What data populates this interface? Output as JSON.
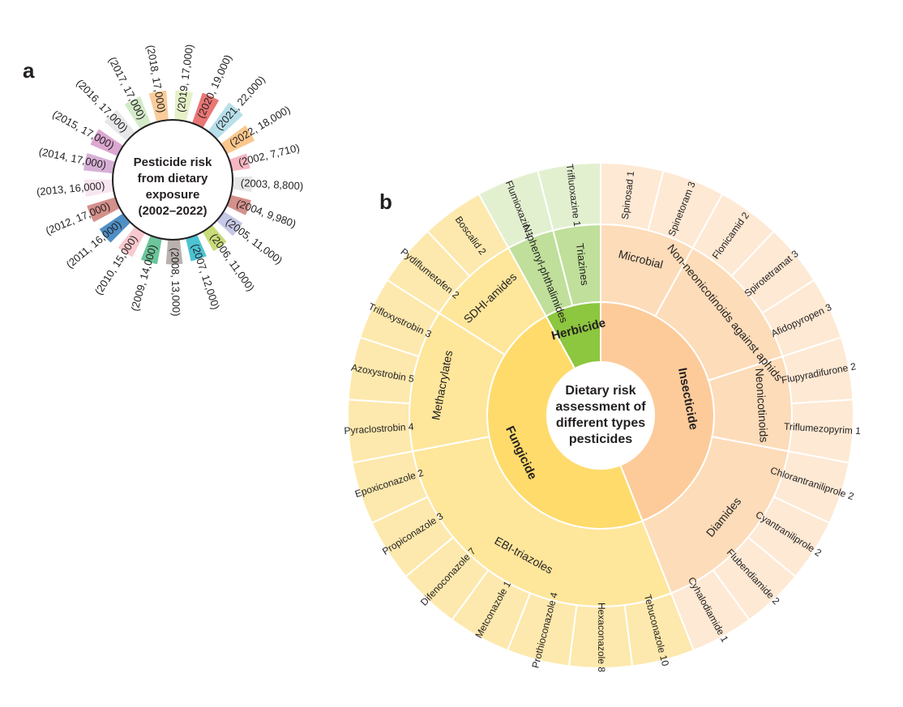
{
  "panel_a": {
    "label": "a",
    "title_lines": [
      "Pesticide risk",
      "from dietary",
      "exposure",
      "(2002–2022)"
    ]
  },
  "panel_b": {
    "label": "b",
    "title_lines": [
      "Dietary risk",
      "assessment of",
      "different types",
      "pesticides"
    ]
  },
  "chart_data": [
    {
      "type": "bar",
      "layout": "radial",
      "title": "",
      "xlabel": "",
      "ylabel": "",
      "categories": [
        "2002",
        "2003",
        "2004",
        "2005",
        "2006",
        "2007",
        "2008",
        "2009",
        "2010",
        "2011",
        "2012",
        "2013",
        "2014",
        "2015",
        "2016",
        "2017",
        "2018",
        "2019",
        "2020",
        "2021",
        "2022"
      ],
      "values": [
        7710,
        8800,
        9980,
        11000,
        11000,
        12000,
        13000,
        14000,
        15000,
        16000,
        17000,
        16000,
        17000,
        17000,
        17000,
        17000,
        17000,
        17000,
        19000,
        22000,
        18000
      ],
      "labels": [
        "(2002, 7,710)",
        "(2003, 8,800)",
        "(2004, 9,980)",
        "(2005, 11,000)",
        "(2006, 11,000)",
        "(2007, 12,000)",
        "(2008, 13,000)",
        "(2009, 14,000)",
        "(2010, 15,000)",
        "(2011, 16,000)",
        "(2012, 17,000)",
        "(2013, 16,000)",
        "(2014, 17,000)",
        "(2015, 17,000)",
        "(2016, 17,000)",
        "(2017, 17,000)",
        "(2018, 17,000)",
        "(2019, 17,000)",
        "(2020, 19,000)",
        "(2021, 22,000)",
        "(2022, 18,000)"
      ],
      "colors": [
        "#f4b6c2",
        "#e6e7e8",
        "#d4908b",
        "#c5c8e6",
        "#c8dc7a",
        "#4cc3d2",
        "#b8b1ae",
        "#6cc59b",
        "#f9c8cf",
        "#4f8fc6",
        "#d4908b",
        "#f7e6ef",
        "#d6b1d6",
        "#dca7d1",
        "#e6e7e8",
        "#d3ebc8",
        "#f9cc9a",
        "#e5f0c8",
        "#e97675",
        "#b7e0ea",
        "#fbc78d"
      ]
    },
    {
      "type": "sunburst",
      "title": "",
      "levels": [
        "type",
        "class",
        "pesticide"
      ],
      "types": [
        {
          "name": "Insecticide",
          "color": "#fdcb9a",
          "classes": [
            {
              "name": "Microbial",
              "color": "#fddcb9",
              "items": [
                {
                  "name": "Spinosad",
                  "value": 1
                },
                {
                  "name": "Spinetoram",
                  "value": 3
                }
              ]
            },
            {
              "name": "Non-neonicotinoids against aphids",
              "color": "#fddcb9",
              "items": [
                {
                  "name": "Flonicamid",
                  "value": 2
                },
                {
                  "name": "Spirotetramat",
                  "value": 3
                },
                {
                  "name": "Afidopyropen",
                  "value": 3
                }
              ]
            },
            {
              "name": "Neonicotinoids",
              "color": "#fddcb9",
              "items": [
                {
                  "name": "Flupyradifurone",
                  "value": 2
                },
                {
                  "name": "Triflumezopyrim",
                  "value": 1
                }
              ]
            },
            {
              "name": "Diamides",
              "color": "#fddcb9",
              "items": [
                {
                  "name": "Chlorantraniliprole",
                  "value": 2
                },
                {
                  "name": "Cyantraniliprole",
                  "value": 2
                },
                {
                  "name": "Flubendiamide",
                  "value": 2
                },
                {
                  "name": "Cyhalodiamide",
                  "value": 1
                }
              ]
            }
          ]
        },
        {
          "name": "Fungicide",
          "color": "#fedb6b",
          "classes": [
            {
              "name": "EBI-triazoles",
              "color": "#fee69b",
              "items": [
                {
                  "name": "Tebuconazole",
                  "value": 10
                },
                {
                  "name": "Hexaconazole",
                  "value": 8
                },
                {
                  "name": "Prothioconazole",
                  "value": 4
                },
                {
                  "name": "Metconazole",
                  "value": 1
                },
                {
                  "name": "Difenoconazole",
                  "value": 7
                },
                {
                  "name": "Propiconazole",
                  "value": 3
                },
                {
                  "name": "Epoxiconazole",
                  "value": 2
                }
              ]
            },
            {
              "name": "Methacrylates",
              "color": "#fee69b",
              "items": [
                {
                  "name": "Pyraclostrobin",
                  "value": 4
                },
                {
                  "name": "Azoxystrobin",
                  "value": 5
                },
                {
                  "name": "Trifloxystrobin",
                  "value": 3
                }
              ]
            },
            {
              "name": "SDHI-amides",
              "color": "#fee69b",
              "items": [
                {
                  "name": "Pydiflumetofen",
                  "value": 2
                },
                {
                  "name": "Boscalid",
                  "value": 2
                }
              ]
            }
          ]
        },
        {
          "name": "Herbicide",
          "color": "#8dc63f",
          "classes": [
            {
              "name": "N-phenyl-phthalimides",
              "color": "#bfdf9a",
              "items": [
                {
                  "name": "Flumioxazin",
                  "value": 1
                }
              ]
            },
            {
              "name": "Triazines",
              "color": "#bfdf9a",
              "items": [
                {
                  "name": "Trifluoxazine",
                  "value": 1
                }
              ]
            }
          ]
        }
      ]
    }
  ]
}
